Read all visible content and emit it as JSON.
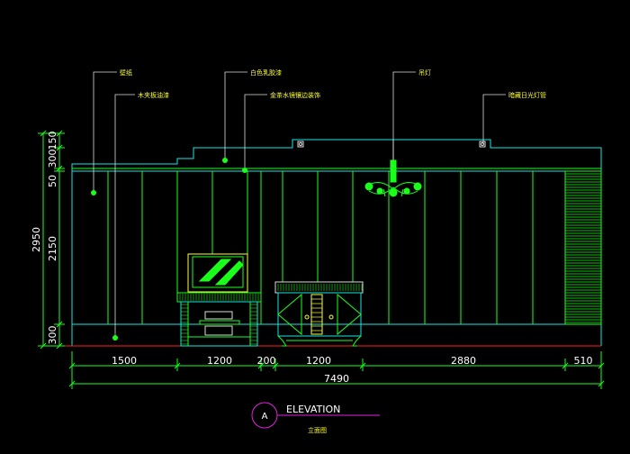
{
  "drawing": {
    "colors": {
      "background": "#000000",
      "outline": "#19e6e6",
      "detail": "#1aff1a",
      "yellow": "#ffff33",
      "floor": "#ff2020",
      "dim": "#ffffff",
      "grid": "#bfbfbf",
      "marker": "#e020e0"
    },
    "callouts": [
      {
        "text": "壁纸"
      },
      {
        "text": "木夹板油漆"
      },
      {
        "text": "白色乳胶漆"
      },
      {
        "text": "金茶水镜镶边装饰"
      },
      {
        "text": "吊灯"
      },
      {
        "text": "暗藏日光灯管"
      }
    ],
    "dims_bottom": [
      "1500",
      "1200",
      "200",
      "1200",
      "2880",
      "510"
    ],
    "dim_total": "7490",
    "dims_left_inner": [
      "150",
      "300",
      "50",
      "2150",
      "300"
    ],
    "dim_left_total": "2950",
    "title": {
      "marker": "A",
      "label": "ELEVATION",
      "sub": "立面图"
    }
  }
}
